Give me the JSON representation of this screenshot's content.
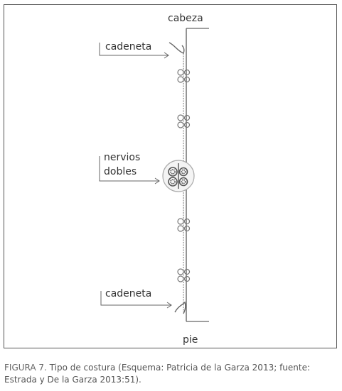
{
  "diagram": {
    "label_top": "cabeza",
    "label_bottom": "pie",
    "label_chain_top": "cadeneta",
    "label_cords_line1": "nervios",
    "label_cords_line2": "dobles",
    "label_chain_bottom": "cadeneta"
  },
  "caption": {
    "figure": "FIGURA 7.",
    "text": " Tipo de costura (Esquema: Patricia de la Garza 2013; fuente: Estrada y De la Garza 2013:51)."
  }
}
